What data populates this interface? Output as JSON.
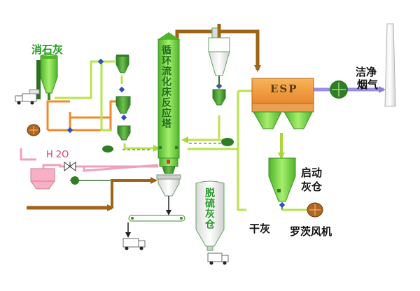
{
  "labels": {
    "limestone": "消石灰",
    "water": "H 2O",
    "reactor": "循环流化床反应塔",
    "esp": "ESP",
    "clean_gas_line1": "洁净",
    "clean_gas_line2": "烟气",
    "start_ash_line1": "启动",
    "start_ash_line2": "灰仓",
    "dry_ash": "干灰",
    "roots_fan": "罗茨风机",
    "desulf_silo": "脱硫灰仓"
  },
  "colors": {
    "green_fill": "#7ee04a",
    "green_dark": "#3a8f24",
    "brown_pipe": "#a06418",
    "lime_pipe": "#b9e34a",
    "orange_pipe": "#f08a2a",
    "pink_pipe": "#f0a0b8",
    "purple_pipe": "#9a8fe0",
    "esp_body": "#f4a04a",
    "label_green": "#1f9a1f"
  }
}
